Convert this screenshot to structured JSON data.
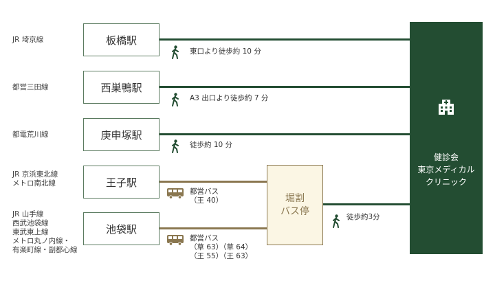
{
  "routes": [
    {
      "line": "JR 埼京線",
      "station": "板橋駅",
      "access": "東口より徒歩約 10 分"
    },
    {
      "line": "都営三田線",
      "station": "西巣鴨駅",
      "access": "A3 出口より徒歩約 7 分"
    },
    {
      "line": "都電荒川線",
      "station": "庚申塚駅",
      "access": "徒歩約 10 分"
    },
    {
      "line": "JR 京浜東北線\nメトロ南北線",
      "station": "王子駅",
      "bus": "都営バス\n（王 40）"
    },
    {
      "line": "JR 山手線\n西武池袋線\n東武東上線\nメトロ丸ノ内線・\n有楽町線・副都心線",
      "station": "池袋駅",
      "bus": "都営バス\n（草 63）（草 64）\n（王 55）（王 63）"
    }
  ],
  "bus_stop": {
    "line1": "堀割",
    "line2": "バス停",
    "access": "徒歩約3分"
  },
  "destination": {
    "name": "健診会\n東京メディカル\nクリニック"
  },
  "colors": {
    "dark_green": "#234d32",
    "bus_brown": "#8a7750",
    "bus_stop_fill": "#fbf6e4"
  },
  "icons": {
    "walk": "walking-person-icon",
    "bus": "bus-icon",
    "clinic": "hospital-icon"
  }
}
